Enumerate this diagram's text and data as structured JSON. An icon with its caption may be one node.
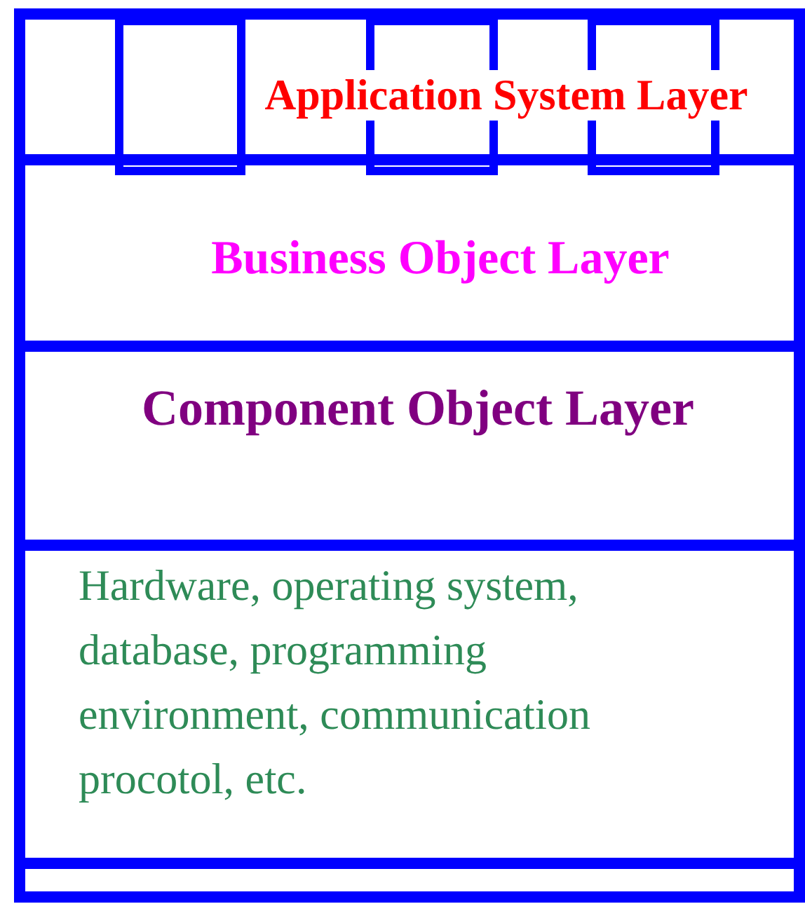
{
  "diagram": {
    "nodes": [
      {
        "text": [],
        "shape": "box"
      },
      {
        "text": [
          "Application System Layer"
        ],
        "in": 0
      },
      {
        "text": [],
        "shape": "box",
        "in": 0
      },
      {
        "text": [],
        "shape": "box",
        "in": 0
      },
      {
        "text": [],
        "shape": "box",
        "in": 0
      },
      {
        "text": [
          "Business Object Layer"
        ],
        "in": 0
      },
      {
        "text": [
          "Component Object Layer"
        ],
        "in": 0
      },
      {
        "text": [
          "Hardware, operating system, database, programming environment, communication procotol, etc."
        ],
        "in": 0
      },
      {
        "text": [],
        "shape": "bar",
        "in": 0
      }
    ]
  }
}
